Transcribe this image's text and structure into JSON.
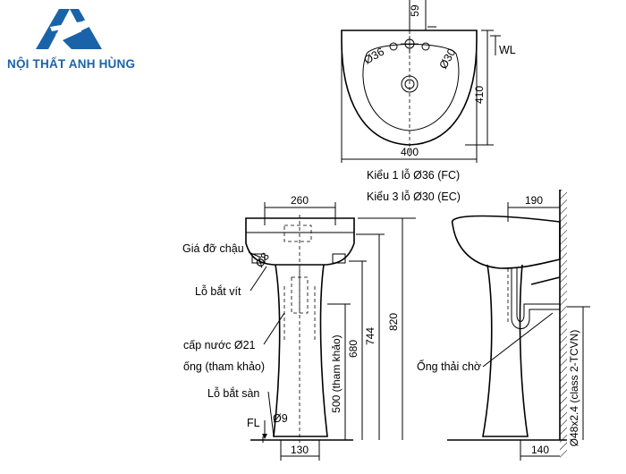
{
  "brand": {
    "name": "NỘI THẤT ANH HÙNG",
    "color": "#1b63a8"
  },
  "top_view": {
    "dim_width": "400",
    "dim_depth": "410",
    "dim_tap_offset": "59",
    "hole_36": "Ø36",
    "hole_30": "Ø30",
    "wl": "WL",
    "note_fc": "Kiểu 1 lỗ Ø36 (FC)",
    "note_ec": "Kiểu 3 lỗ Ø30 (EC)"
  },
  "front_view": {
    "dim_width": "260",
    "dim_base": "130",
    "dim_820": "820",
    "dim_744": "744",
    "dim_680": "680",
    "dim_500": "500 (tham khảo)",
    "label_bracket": "Giá đỡ chậu",
    "label_screw_hole": "Lỗ bắt vít",
    "label_d8": "Ø8",
    "label_supply": "cấp nước Ø21",
    "label_supply_ref": "ống (tham khảo)",
    "label_floor_hole": "Lỗ bắt sàn",
    "label_d9": "Ø9",
    "label_fl": "FL"
  },
  "side_view": {
    "dim_190": "190",
    "dim_140": "140",
    "label_drain": "Ống thải chờ",
    "label_pipe": "Ø48x2.4 (class 2-TCVN)"
  }
}
